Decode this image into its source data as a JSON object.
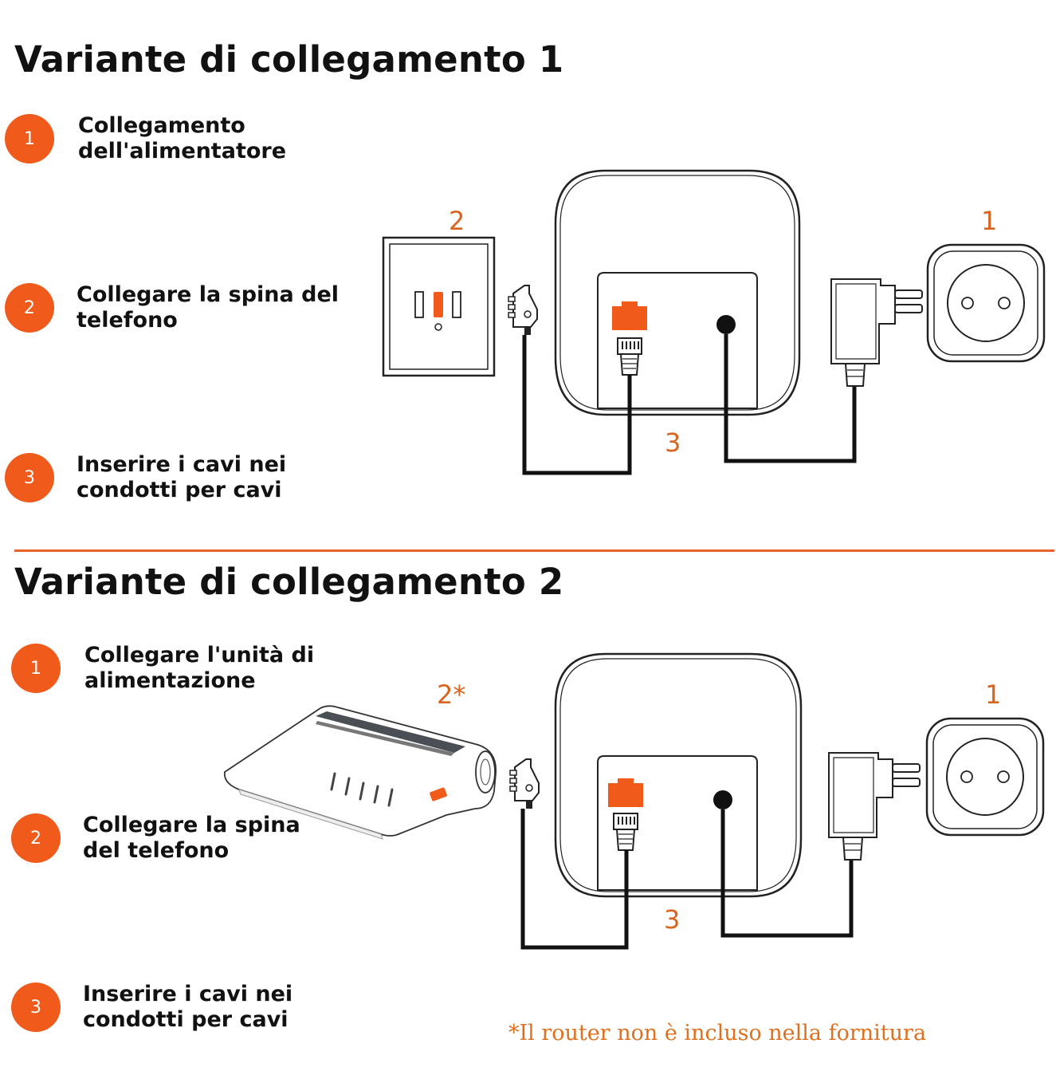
{
  "variant1": {
    "title": "Variante di collegamento 1",
    "steps": [
      {
        "badge": "1",
        "text": "Collegamento\ndell'alimentatore"
      },
      {
        "badge": "2",
        "text": "Collegare la spina del\ntelefono"
      },
      {
        "badge": "3",
        "text": "Inserire i cavi nei\ncondotti per cavi"
      }
    ],
    "labels": {
      "wall_socket": "2",
      "power_outlet": "1",
      "cables": "3"
    }
  },
  "variant2": {
    "title": "Variante di collegamento 2",
    "steps": [
      {
        "badge": "1",
        "text": "Collegare l'unità di\nalimentazione"
      },
      {
        "badge": "2",
        "text": "Collegare la spina\ndel telefono"
      },
      {
        "badge": "3",
        "text": "Inserire i cavi nei\ncondotti per cavi"
      }
    ],
    "labels": {
      "router": "2*",
      "power_outlet": "1",
      "cables": "3"
    },
    "footnote": "*Il router non è incluso nella fornitura"
  },
  "colors": {
    "accent": "#f05a1a",
    "label": "#d9641e",
    "cable": "#111111"
  }
}
